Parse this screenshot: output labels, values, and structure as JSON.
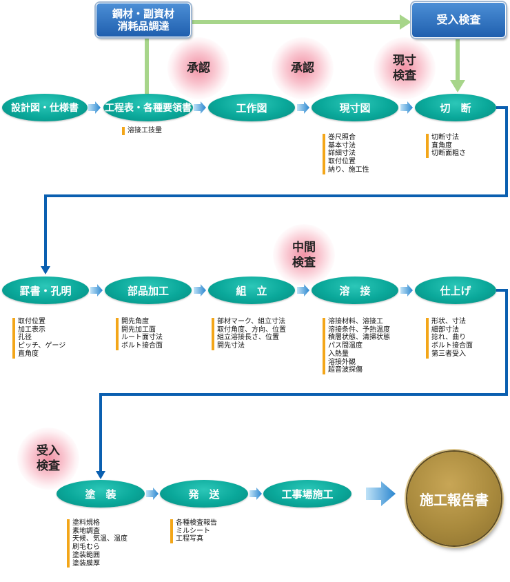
{
  "top_boxes": {
    "materials_line1": "鋼材・副資材",
    "materials_line2": "消耗品調達",
    "receiving": "受入検査"
  },
  "stamps": {
    "approval_1": "承認",
    "approval_2": "承認",
    "onsite_line1": "現寸",
    "onsite_line2": "検査",
    "intermediate_line1": "中間",
    "intermediate_line2": "検査",
    "receiving_line1": "受入",
    "receiving_line2": "検査"
  },
  "row1": [
    "設計図・仕様書",
    "工程表・各種要領書",
    "工作図",
    "現寸図",
    "切　断"
  ],
  "row2": [
    "罫書・孔明",
    "部品加工",
    "組　立",
    "溶　接",
    "仕上げ"
  ],
  "row3": [
    "塗　装",
    "発　送",
    "工事場施工"
  ],
  "final": "施工報告書",
  "notes": {
    "schedule": [
      "溶接工技量"
    ],
    "fullsize": [
      "巻尺照合",
      "基本寸法",
      "詳細寸法",
      "取付位置",
      "納り、施工性"
    ],
    "cutting": [
      "切断寸法",
      "直角度",
      "切断面粗さ"
    ],
    "marking": [
      "取付位置",
      "加工表示",
      "孔径",
      "ピッチ、ゲージ",
      "直角度"
    ],
    "parts": [
      "開先角度",
      "開先加工面",
      "ルート面寸法",
      "ボルト接合面"
    ],
    "assembly": [
      "部材マーク、組立寸法",
      "取付角度、方向、位置",
      "組立溶接長さ、位置",
      "開先寸法"
    ],
    "welding": [
      "溶接材料、溶接工",
      "溶接条件、予熱温度",
      "積層状態、清掃状態",
      "パス間温度",
      "入熱量",
      "溶接外観",
      "超音波探傷"
    ],
    "finishing": [
      "形状、寸法",
      "細部寸法",
      "捻れ、曲り",
      "ボルト接合面",
      "第三者受入"
    ],
    "painting": [
      "塗料規格",
      "素地調査",
      "天候、気温、温度",
      "刷毛むら",
      "塗装範囲",
      "塗装膜厚"
    ],
    "shipping": [
      "各種検査報告",
      "ミルシート",
      "工程写真"
    ]
  },
  "colors": {
    "node": "#0aa89a",
    "box": "#2f6fba",
    "flow_arrow": "#0a5fb0",
    "green_arrow": "#a7d58a",
    "note_bar": "#f3a619",
    "report": "#a98a3d"
  }
}
